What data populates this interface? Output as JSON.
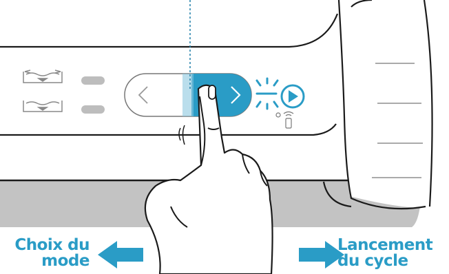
{
  "colors": {
    "accent": "#2a9cc6",
    "accent_dark": "#1f7fa8",
    "panel_gray": "#c3c3c3",
    "outline": "#1a1a1a",
    "indicator": "#bdbdbd"
  },
  "icons": {
    "left_arrow": "arrow-left-icon",
    "right_arrow": "arrow-right-icon",
    "play": "play-icon",
    "wifi_phone": "wifi-phone-icon",
    "mode_1": "pool-mode-1-icon",
    "mode_2": "pool-mode-2-icon"
  },
  "captions": {
    "left": {
      "line1": "Choix du",
      "line2": "mode"
    },
    "right": {
      "line1": "Lancement",
      "line2": "du cycle"
    }
  }
}
